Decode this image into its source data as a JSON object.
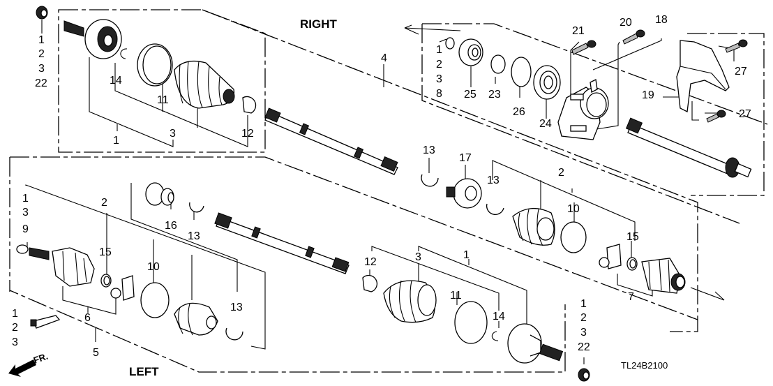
{
  "diagram": {
    "title_right": "RIGHT",
    "title_left": "LEFT",
    "front_indicator": "FR.",
    "diagram_code": "TL24B2100",
    "colors": {
      "line": "#000000",
      "background": "#ffffff"
    },
    "callouts": {
      "nut_top": [
        "1",
        "2",
        "3",
        "22"
      ],
      "r_outer_1": "1",
      "r_outer_3": "3",
      "r_14": "14",
      "r_11": "11",
      "r_12": "12",
      "r_shaft_4": "4",
      "r_clip_stack": [
        "1",
        "2",
        "3",
        "8"
      ],
      "r_25": "25",
      "r_23": "23",
      "r_26": "26",
      "r_24": "24",
      "r_21": "21",
      "r_20": "20",
      "r_18": "18",
      "r_19": "19",
      "r_27a": "27",
      "r_27b": "27",
      "r_13a": "13",
      "r_17": "17",
      "r_13b": "13",
      "r_2": "2",
      "r_10": "10",
      "r_15": "15",
      "r_7": "7",
      "nut_bottom": [
        "1",
        "2",
        "3",
        "22"
      ],
      "l_stack_left": [
        "1",
        "3",
        "9"
      ],
      "l_2": "2",
      "l_15": "15",
      "l_10": "10",
      "l_16": "16",
      "l_13a": "13",
      "l_13b": "13",
      "l_6": "6",
      "l_5": "5",
      "l_grease_stack": [
        "1",
        "2",
        "3"
      ],
      "l_12": "12",
      "l_3": "3",
      "l_1": "1",
      "l_11": "11",
      "l_14": "14"
    }
  }
}
